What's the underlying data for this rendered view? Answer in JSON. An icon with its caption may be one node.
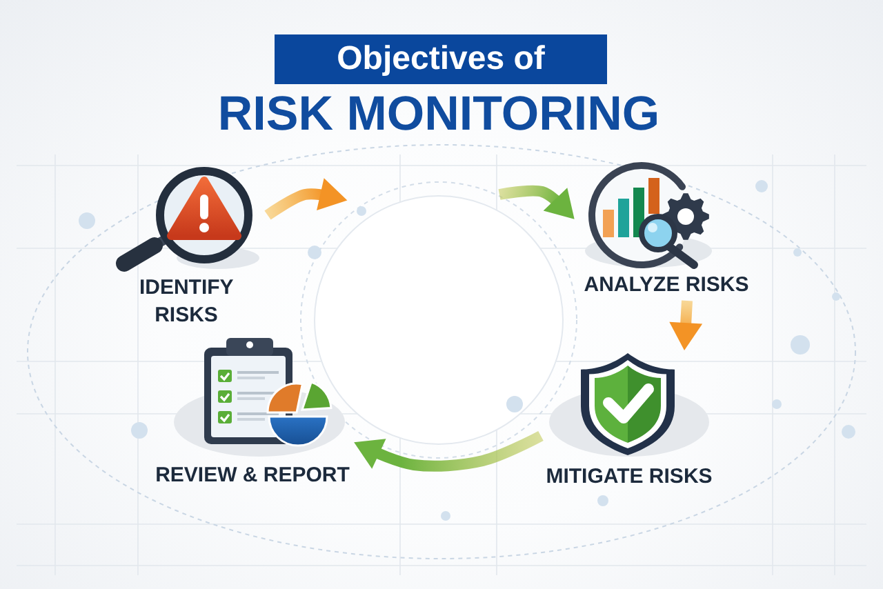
{
  "diagram": {
    "title": "Objectives of",
    "nodes": [
      {
        "text": [
          "IDENTIFY RISKS"
        ]
      },
      {
        "text": [
          "ANALYZE RISKS"
        ]
      },
      {
        "text": [
          "MITIGATE RISKS"
        ]
      },
      {
        "text": [
          "REVIEW & REPORT"
        ]
      }
    ],
    "edges": [
      {
        "from": 0,
        "to": null,
        "arrow": "to",
        "color": "#f39325"
      },
      {
        "from": null,
        "to": 1,
        "arrow": "to",
        "color": "#6cb33f"
      },
      {
        "from": 1,
        "to": 2,
        "arrow": "to",
        "color": "#f39325"
      },
      {
        "from": 2,
        "to": 3,
        "arrow": "to",
        "color": "#6cb33f"
      }
    ],
    "labels": [
      "RISK MONITORING"
    ]
  }
}
